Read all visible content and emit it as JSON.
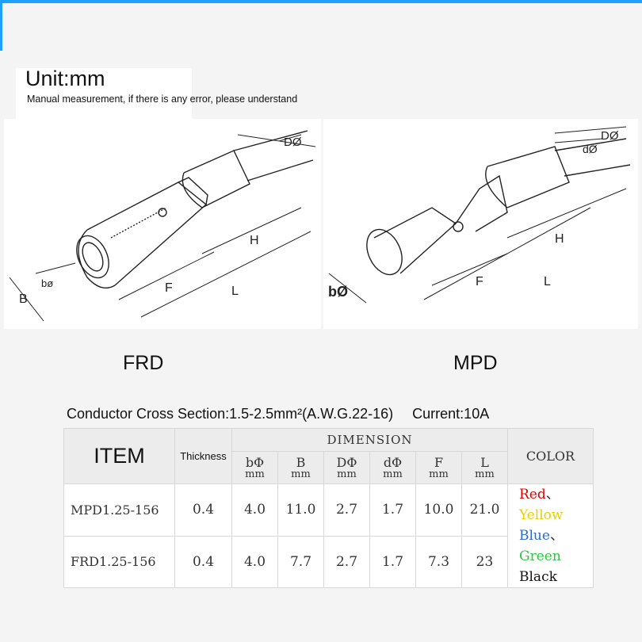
{
  "header": {
    "unit_title": "Unit:mm",
    "note": "Manual measurement, if there is any error, please understand"
  },
  "diagrams": {
    "frd": {
      "label": "FRD",
      "dims": {
        "d": "DØ",
        "b": "bø",
        "B": "B",
        "F": "F",
        "H": "H",
        "L": "L"
      }
    },
    "mpd": {
      "label": "MPD",
      "dims": {
        "D": "DØ",
        "d": "dØ",
        "b": "bØ",
        "F": "F",
        "H": "H",
        "L": "L"
      }
    }
  },
  "spec": {
    "conductor_text": "Conductor Cross Section:1.5-2.5mm²(A.W.G.22-16)",
    "current_text": "Current:10A",
    "headers": {
      "item": "ITEM",
      "thickness": "Thickness",
      "dimension": "DIMENSION",
      "color": "COLOR",
      "cols": [
        {
          "sym": "bΦ",
          "unit": "mm"
        },
        {
          "sym": "B",
          "unit": "mm"
        },
        {
          "sym": "DΦ",
          "unit": "mm"
        },
        {
          "sym": "dΦ",
          "unit": "mm"
        },
        {
          "sym": "F",
          "unit": "mm"
        },
        {
          "sym": "L",
          "unit": "mm"
        }
      ]
    },
    "rows": [
      {
        "item": "MPD1.25-156",
        "thickness": "0.4",
        "values": [
          "4.0",
          "11.0",
          "2.7",
          "1.7",
          "10.0",
          "21.0"
        ]
      },
      {
        "item": "FRD1.25-156",
        "thickness": "0.4",
        "values": [
          "4.0",
          "7.7",
          "2.7",
          "1.7",
          "7.3",
          "23"
        ]
      }
    ],
    "colors": {
      "red": "Red",
      "sep1": "、",
      "yellow": "Yellow",
      "blue": "Blue",
      "sep2": "、",
      "green": "Green",
      "black": "Black",
      "palette": {
        "red": "#e00000",
        "yellow": "#e8d000",
        "blue": "#2a6ad0",
        "green": "#27c93f",
        "black": "#111111"
      }
    }
  }
}
